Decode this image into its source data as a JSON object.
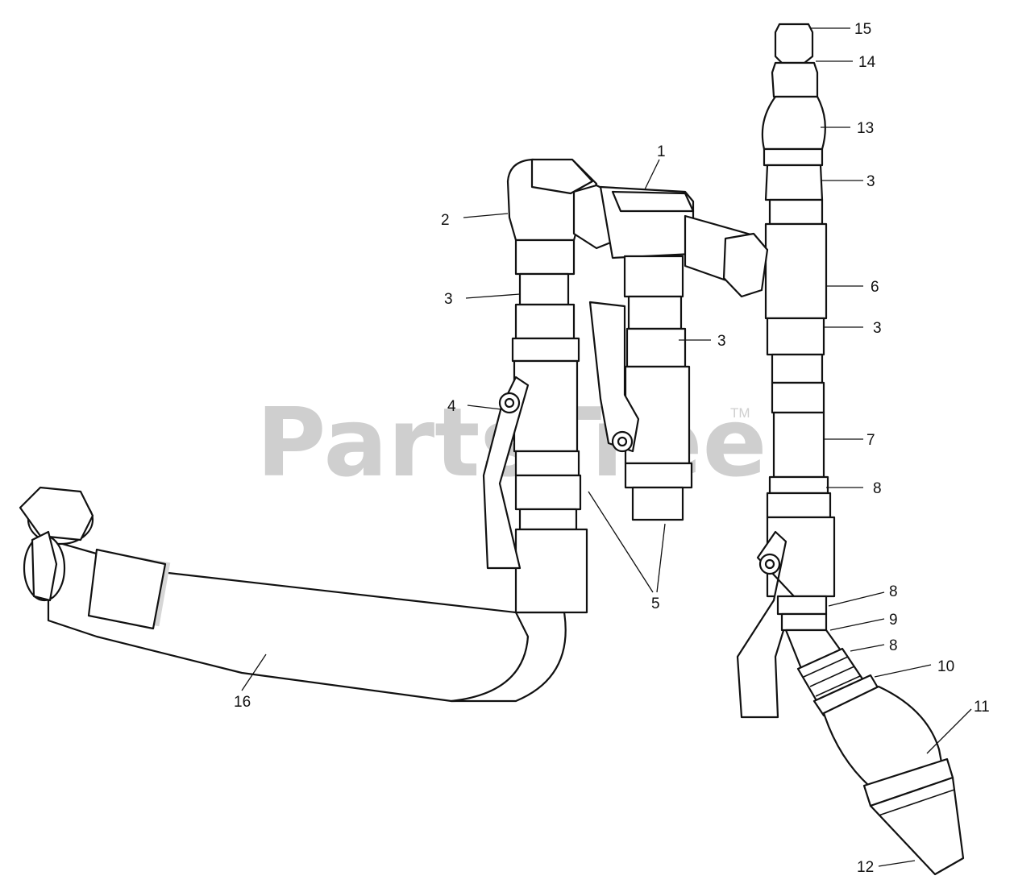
{
  "watermark": {
    "text": "PartsTree",
    "trademark": "TM"
  },
  "callouts": [
    {
      "id": "c1",
      "label": "1"
    },
    {
      "id": "c2",
      "label": "2"
    },
    {
      "id": "c3a",
      "label": "3"
    },
    {
      "id": "c3b",
      "label": "3"
    },
    {
      "id": "c3c",
      "label": "3"
    },
    {
      "id": "c3d",
      "label": "3"
    },
    {
      "id": "c4",
      "label": "4"
    },
    {
      "id": "c5",
      "label": "5"
    },
    {
      "id": "c6",
      "label": "6"
    },
    {
      "id": "c7",
      "label": "7"
    },
    {
      "id": "c8a",
      "label": "8"
    },
    {
      "id": "c8b",
      "label": "8"
    },
    {
      "id": "c8c",
      "label": "8"
    },
    {
      "id": "c9",
      "label": "9"
    },
    {
      "id": "c10",
      "label": "10"
    },
    {
      "id": "c11",
      "label": "11"
    },
    {
      "id": "c12",
      "label": "12"
    },
    {
      "id": "c13",
      "label": "13"
    },
    {
      "id": "c14",
      "label": "14"
    },
    {
      "id": "c15",
      "label": "15"
    },
    {
      "id": "c16",
      "label": "16"
    }
  ]
}
